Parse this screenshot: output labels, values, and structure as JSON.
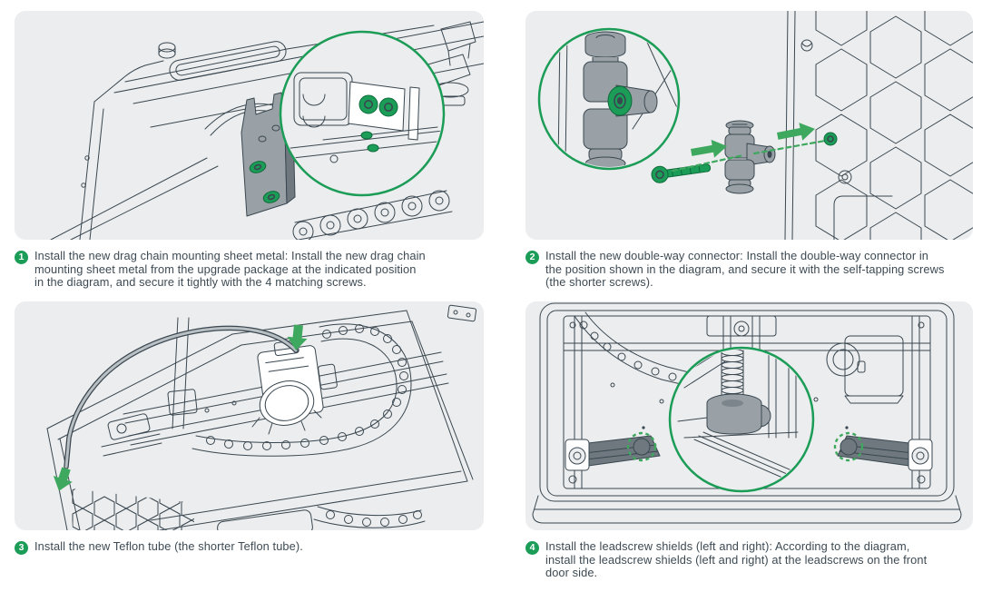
{
  "colors": {
    "accent_green": "#1B9C57",
    "arrow_green": "#3FA85F",
    "line_dark": "#3A4750",
    "panel_background": "#ECEDEE",
    "gray_part": "#99A1A6",
    "gray_part_dark": "#6E787E",
    "text": "#3D4A53",
    "page_background": "#FFFFFF"
  },
  "steps": [
    {
      "number": "1",
      "text": "Install the new drag chain mounting sheet metal: Install the new drag chain\nmounting sheet metal from the upgrade package at the indicated position\nin the diagram, and secure it tightly with the 4 matching screws.",
      "illustration": "printer top corner with drag chain mounting sheet metal, green zoom circle with 2 screws"
    },
    {
      "number": "2",
      "text": "Install the new double-way connector: Install the double-way connector in\nthe position shown in the diagram, and secure it with the self-tapping screws\n(the shorter screws).",
      "illustration": "double-way connector with green screw, dashed guide line and honeycomb panel"
    },
    {
      "number": "3",
      "text": "Install the new Teflon tube (the shorter Teflon tube).",
      "illustration": "printer gantry with extruder, drag chain loop and Teflon tube with green arrows"
    },
    {
      "number": "4",
      "text": "Install the leadscrew shields (left and right): According to the diagram,\ninstall the leadscrew shields (left and right) at the leadscrews on the front\ndoor side.",
      "illustration": "printer front interior, leadscrew shield zoom circle and two dashed highlight circles"
    }
  ]
}
